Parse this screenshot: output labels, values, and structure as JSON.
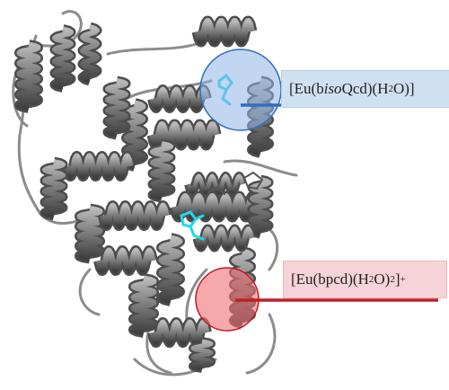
{
  "labels": {
    "blue": {
      "prefix": "[Eu(b",
      "italic": "iso",
      "mid": "Qcd)(H",
      "sub": "2",
      "suffix": "O)]"
    },
    "red": {
      "prefix": "[Eu(bpcd)(H",
      "sub": "2",
      "mid": "O)",
      "sub2": "2",
      "close": "]",
      "sup": "+"
    }
  },
  "colors": {
    "blue_site": "#8fb4e6",
    "blue_line": "#2f6fc0",
    "red_site": "#ee6f72",
    "red_line": "#c01d28",
    "ligand": "#20d8e8",
    "ribbon": "#8c8c8c",
    "ribbon_dark": "#4d4d4d"
  }
}
